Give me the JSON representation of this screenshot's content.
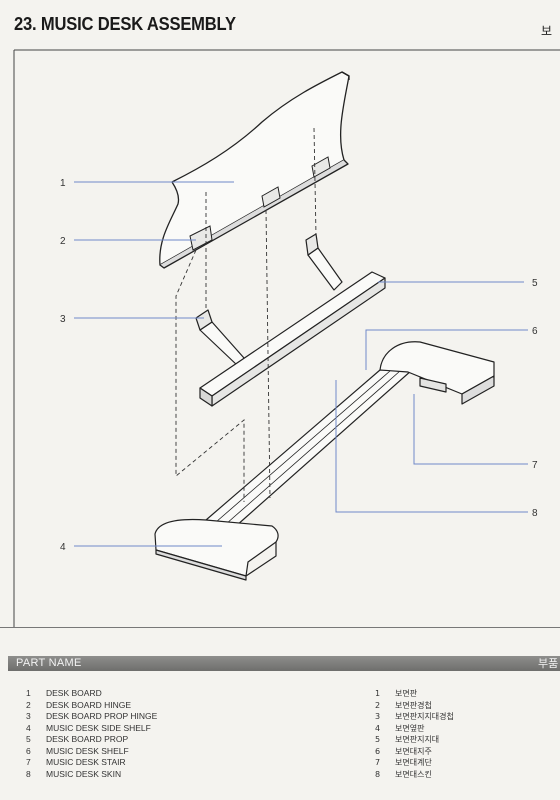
{
  "title": "23. MUSIC DESK ASSEMBLY",
  "corner_title": "보",
  "callouts": [
    "1",
    "2",
    "3",
    "4",
    "5",
    "6",
    "7",
    "8"
  ],
  "part_name_header": "PART NAME",
  "part_name_header_ko": "부품",
  "parts_en": [
    {
      "num": "1",
      "name": "DESK BOARD"
    },
    {
      "num": "2",
      "name": "DESK BOARD HINGE"
    },
    {
      "num": "3",
      "name": "DESK BOARD PROP HINGE"
    },
    {
      "num": "4",
      "name": "MUSIC DESK SIDE SHELF"
    },
    {
      "num": "5",
      "name": "DESK BOARD PROP"
    },
    {
      "num": "6",
      "name": "MUSIC DESK SHELF"
    },
    {
      "num": "7",
      "name": "MUSIC DESK STAIR"
    },
    {
      "num": "8",
      "name": "MUSIC DESK SKIN"
    }
  ],
  "parts_ko": [
    {
      "num": "1",
      "name": "보면판"
    },
    {
      "num": "2",
      "name": "보면판경첩"
    },
    {
      "num": "3",
      "name": "보면판지지대경첩"
    },
    {
      "num": "4",
      "name": "보면옆판"
    },
    {
      "num": "5",
      "name": "보면판지지대"
    },
    {
      "num": "6",
      "name": "보면대지주"
    },
    {
      "num": "7",
      "name": "보면대계단"
    },
    {
      "num": "8",
      "name": "보면대스킨"
    }
  ],
  "colors": {
    "leader": "#6f88c8",
    "band": "#7e7e7c"
  }
}
